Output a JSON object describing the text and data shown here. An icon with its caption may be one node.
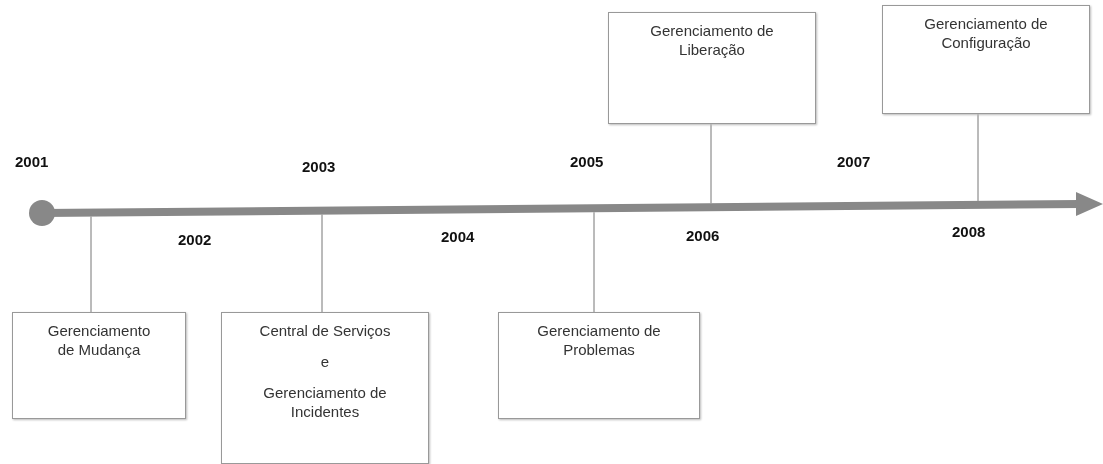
{
  "diagram": {
    "nodes": [
      {
        "text": [],
        "shape": "bar"
      },
      {
        "text": [
          "Gerenciamento de Mudança"
        ]
      },
      {
        "text": [
          "Central de Serviços",
          "e",
          "Gerenciamento de Incidentes"
        ]
      },
      {
        "text": [
          "Gerenciamento de Problemas"
        ]
      },
      {
        "text": [
          "Gerenciamento de Liberação"
        ]
      },
      {
        "text": [
          "Gerenciamento de Configuração"
        ]
      }
    ],
    "edges": [
      {
        "from": 1,
        "to": 0,
        "arrow": "none"
      },
      {
        "from": 2,
        "to": 0,
        "arrow": "none"
      },
      {
        "from": 3,
        "to": 0,
        "arrow": "none"
      },
      {
        "from": 4,
        "to": 0,
        "arrow": "none"
      },
      {
        "from": 5,
        "to": 0,
        "arrow": "none"
      }
    ],
    "labels": [
      "2001",
      "2002",
      "2003",
      "2004",
      "2005",
      "2006",
      "2007",
      "2008"
    ]
  }
}
